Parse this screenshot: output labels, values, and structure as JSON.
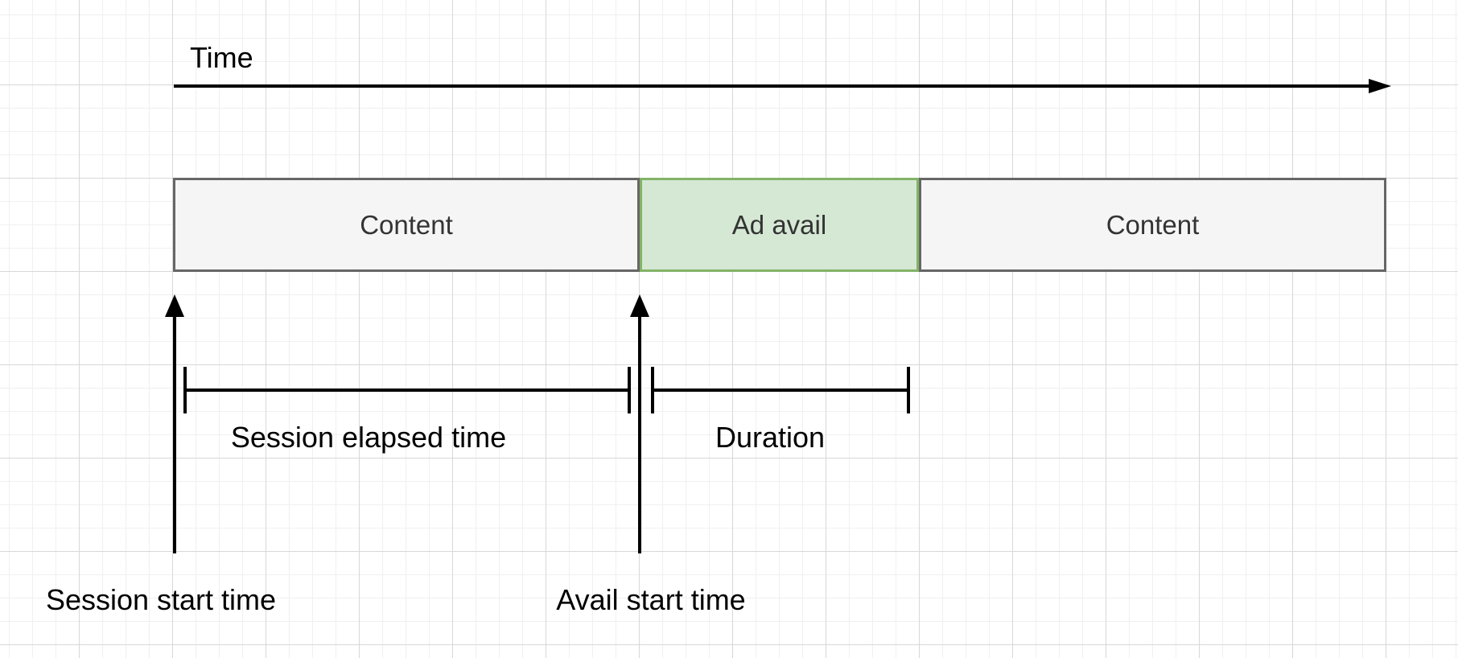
{
  "diagram": {
    "time_axis": {
      "label": "Time"
    },
    "segments": [
      {
        "id": "content-1",
        "label": "Content",
        "kind": "content"
      },
      {
        "id": "ad-avail",
        "label": "Ad avail",
        "kind": "ad"
      },
      {
        "id": "content-2",
        "label": "Content",
        "kind": "content"
      }
    ],
    "measurements": [
      {
        "id": "session-elapsed-time",
        "label": "Session elapsed time"
      },
      {
        "id": "duration",
        "label": "Duration"
      }
    ],
    "markers": [
      {
        "id": "session-start-time",
        "label": "Session start time"
      },
      {
        "id": "avail-start-time",
        "label": "Avail start time"
      }
    ]
  },
  "colors": {
    "canvas_bg": "#ffffff",
    "grid_minor": "#f0f0f0",
    "grid_major": "#d8d8d8",
    "content_fill": "#f5f5f5",
    "content_border": "#666666",
    "ad_avail_fill": "#d5e8d4",
    "ad_avail_border": "#82b366",
    "stroke": "#000000"
  }
}
